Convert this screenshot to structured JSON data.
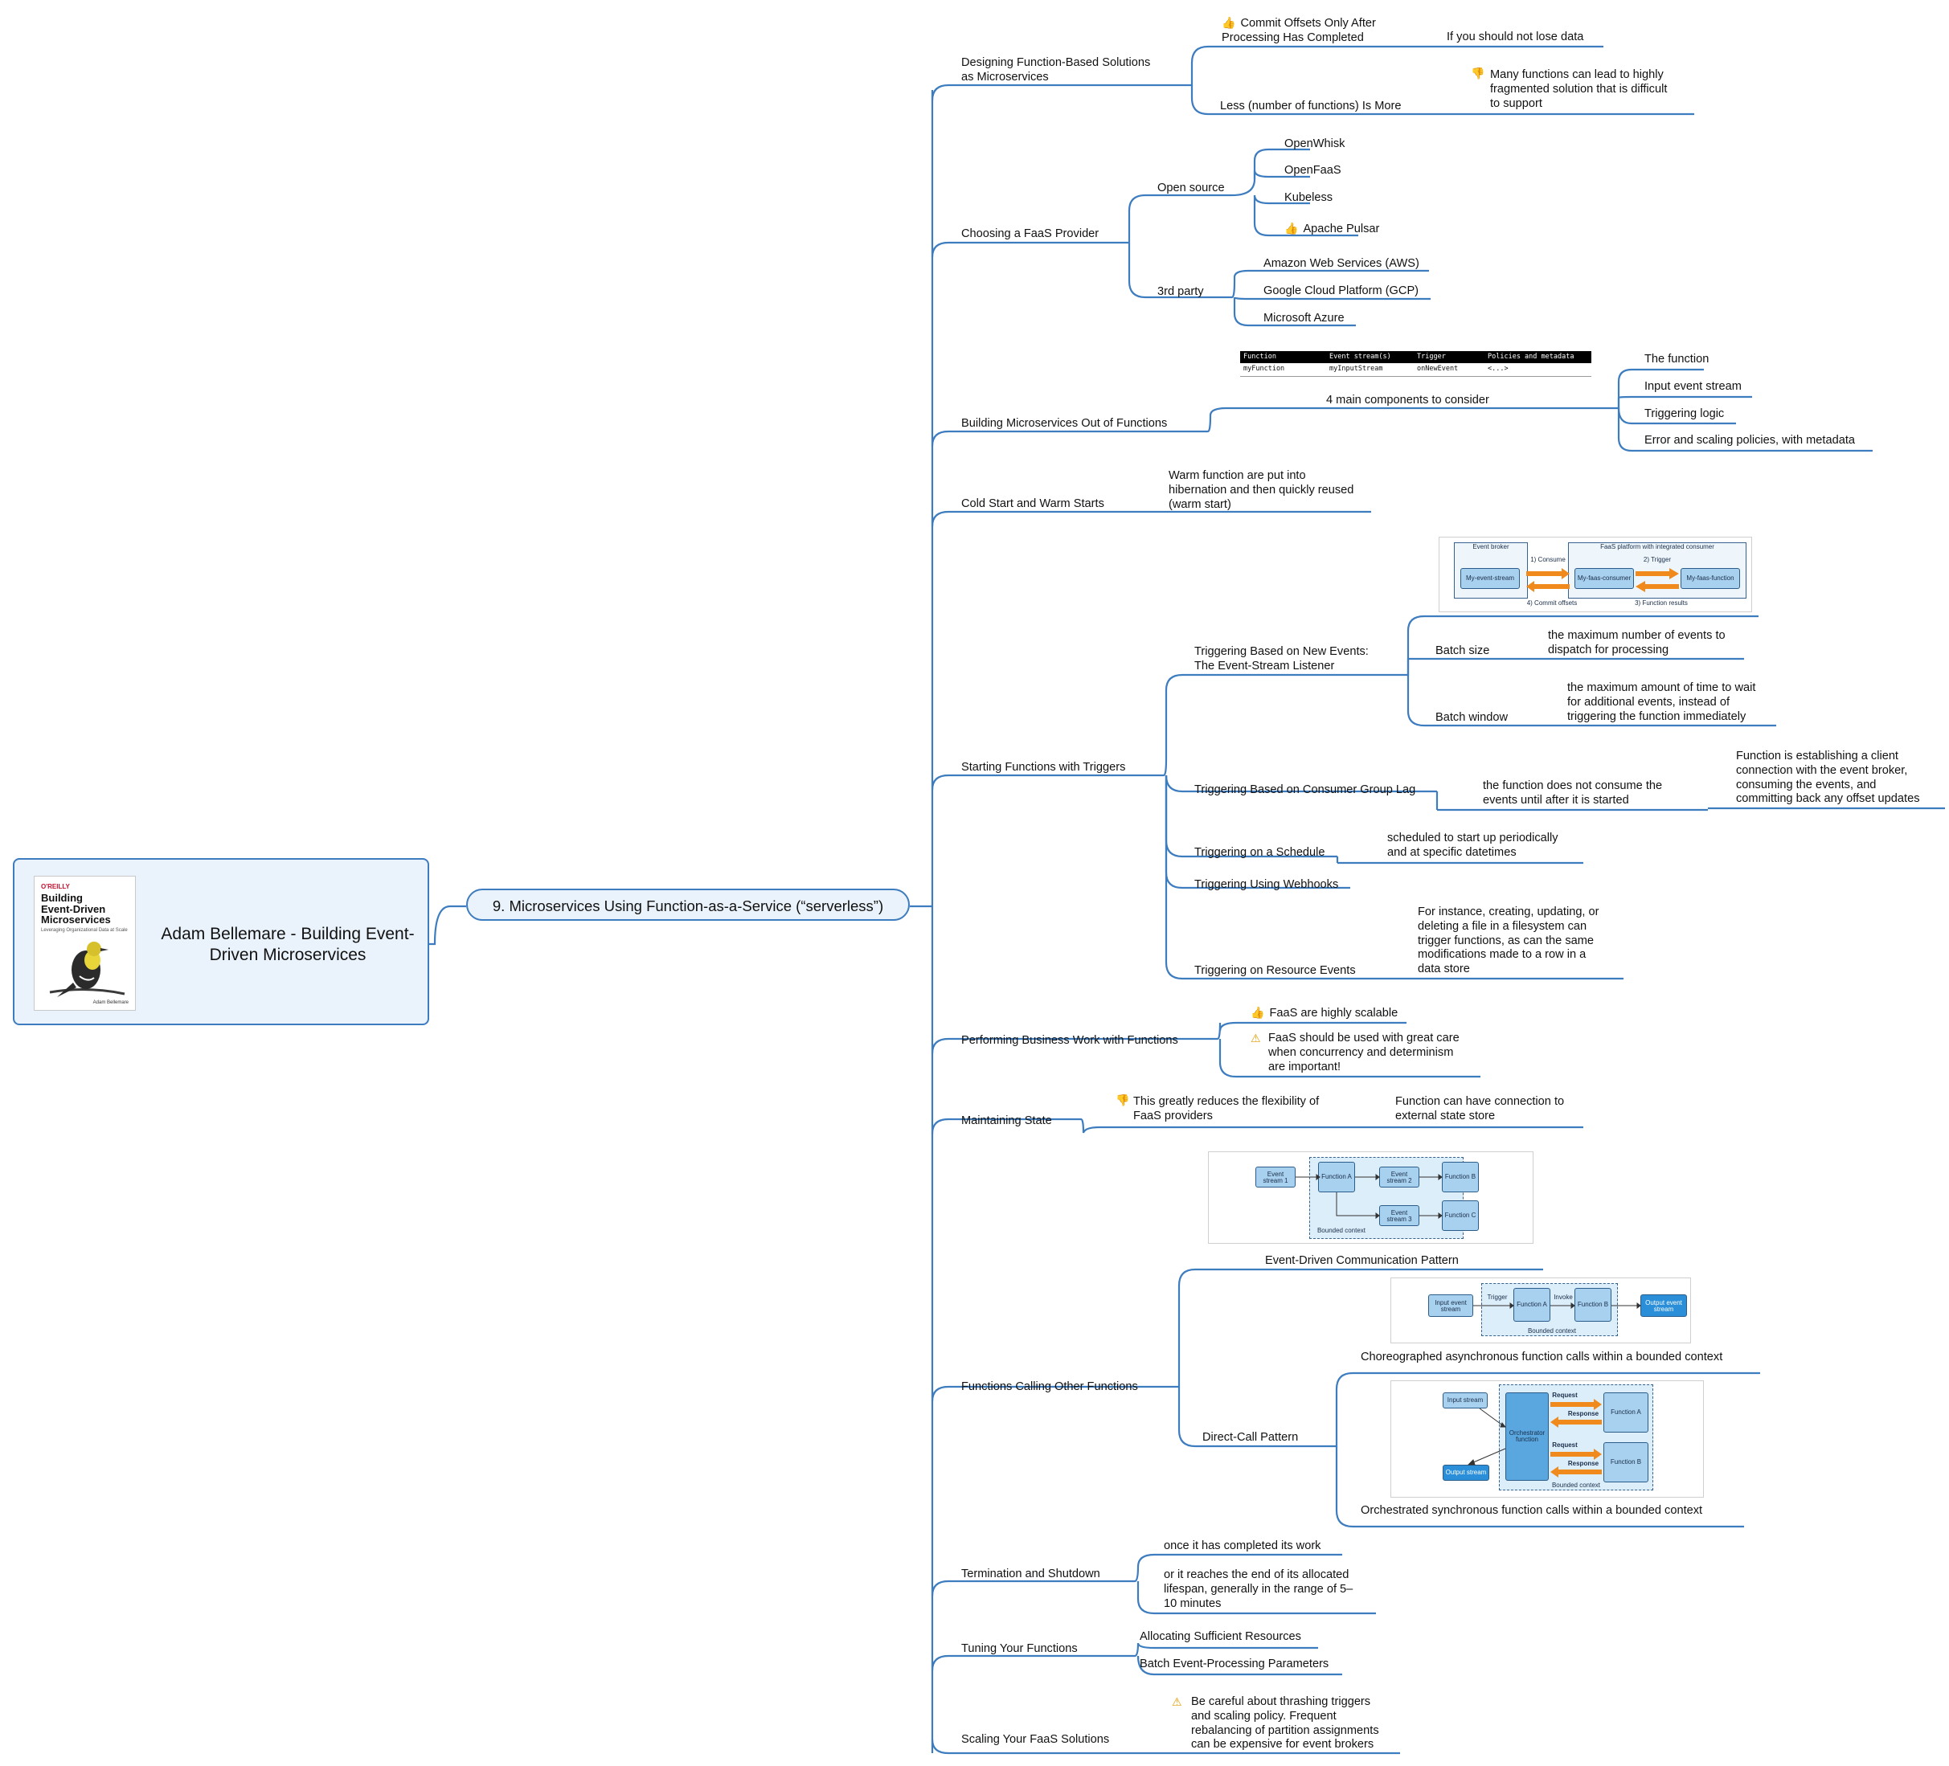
{
  "root": {
    "title": "Adam Bellemare - Building Event-\nDriven Microservices",
    "book": {
      "publisher": "O'REILLY",
      "title": "Building\nEvent-Driven\nMicroservices",
      "subtitle": "Leveraging Organizational Data at Scale",
      "author": "Adam Bellemare"
    }
  },
  "chapter": "9. Microservices Using Function-as-a-Service (“serverless”)",
  "topics": {
    "designing": {
      "label": "Designing Function-Based Solutions\nas Microservices",
      "commit": "Commit Offsets Only After\nProcessing Has Completed",
      "commit_note": "If you should not lose data",
      "less": "Less (number of functions) Is More",
      "less_note": "Many functions can lead to highly\nfragmented solution that is difficult\nto support"
    },
    "choosing": {
      "label": "Choosing a FaaS Provider",
      "open_source": "Open source",
      "open_items": [
        "OpenWhisk",
        "OpenFaaS",
        "Kubeless",
        "Apache Pulsar"
      ],
      "third_party": "3rd party",
      "third_items": [
        "Amazon Web Services (AWS)",
        "Google Cloud Platform (GCP)",
        "Microsoft Azure"
      ]
    },
    "building": {
      "label": "Building Microservices Out of Functions",
      "components": "4 main components to consider",
      "items": [
        "The function",
        "Input event stream",
        "Triggering logic",
        "Error and scaling policies, with metadata"
      ],
      "table": {
        "headers": [
          "Function",
          "Event stream(s)",
          "Trigger",
          "Policies and metadata"
        ],
        "row": [
          "myFunction",
          "myInputStream",
          "onNewEvent",
          "<...>"
        ]
      }
    },
    "cold": {
      "label": "Cold Start and Warm Starts",
      "note": "Warm function are put into\nhibernation and then quickly reused\n(warm start)"
    },
    "triggers": {
      "label": "Starting Functions with Triggers",
      "new_events": "Triggering Based on New Events:\nThe Event-Stream Listener",
      "batch_size": "Batch size",
      "batch_size_note": "the maximum number of events to\ndispatch for processing",
      "batch_window": "Batch window",
      "batch_window_note": "the maximum amount of time to wait\nfor additional events, instead of\ntriggering the function immediately",
      "lag": "Triggering Based on Consumer Group Lag",
      "lag_note": "the function does not consume the\nevents until after it is started",
      "lag_note2": "Function is establishing a client\nconnection with the event broker,\nconsuming the events, and\ncommitting back any offset updates",
      "schedule": "Triggering on a Schedule",
      "schedule_note": "scheduled to start up periodically\nand at specific datetimes",
      "webhooks": "Triggering Using Webhooks",
      "resource": "Triggering on Resource Events",
      "resource_note": "For instance, creating, updating, or\ndeleting a file in a filesystem can\ntrigger functions, as can the same\nmodifications made to a row in a\ndata store",
      "diagram": {
        "broker": "Event broker",
        "platform": "FaaS platform with integrated consumer",
        "stream": "My-event-stream",
        "consumer": "My-faas-consumer",
        "function": "My-faas-function",
        "consume": "1) Consume",
        "trigger": "2) Trigger",
        "results": "3) Function results",
        "commit": "4) Commit offsets"
      }
    },
    "business": {
      "label": "Performing Business Work with Functions",
      "scalable": "FaaS are highly scalable",
      "care": "FaaS should be used with great care\nwhen concurrency and determinism\nare important!"
    },
    "state": {
      "label": "Maintaining State",
      "flex": "This greatly reduces the flexibility of\nFaaS providers",
      "external": "Function can have connection to\nexternal state store"
    },
    "calling": {
      "label": "Functions Calling Other Functions",
      "event_driven": "Event-Driven Communication Pattern",
      "choreographed": "Choreographed asynchronous function calls within a bounded context",
      "direct": "Direct-Call Pattern",
      "orchestrated": "Orchestrated synchronous function calls within a bounded context",
      "d1": {
        "es1": "Event\nstream 1",
        "fa": "Function A",
        "es2": "Event\nstream 2",
        "fb": "Function B",
        "es3": "Event\nstream 3",
        "fc": "Function C",
        "ctx": "Bounded context"
      },
      "d2": {
        "input": "Input event\nstream",
        "trigger": "Trigger",
        "fa": "Function A",
        "invoke": "Invoke",
        "fb": "Function B",
        "output": "Output event\nstream",
        "ctx": "Bounded context"
      },
      "d3": {
        "input": "Input stream",
        "orch": "Orchestrator\nfunction",
        "fa": "Function A",
        "fb": "Function B",
        "request": "Request",
        "response": "Response",
        "output": "Output stream",
        "ctx": "Bounded context"
      }
    },
    "termination": {
      "label": "Termination and Shutdown",
      "a": "once it has completed its work",
      "b": "or it reaches the end of its allocated\nlifespan, generally in the range of 5–\n10 minutes"
    },
    "tuning": {
      "label": "Tuning Your Functions",
      "a": "Allocating Sufficient Resources",
      "b": "Batch Event-Processing Parameters"
    },
    "scaling": {
      "label": "Scaling Your FaaS Solutions",
      "note": "Be careful about thrashing triggers\nand scaling policy. Frequent\nrebalancing of partition assignments\ncan be expensive for event brokers"
    }
  },
  "icons": {
    "thumbs_up": "👍",
    "thumbs_down": "👎",
    "warning": "⚠"
  },
  "colors": {
    "connector": "#3d7cbf",
    "root_fill": "#eaf3fb",
    "thumbs_up": "#2e9e3a",
    "thumbs_down": "#d42a2a",
    "warning": "#e59a00",
    "arrow": "#f08a1c"
  }
}
